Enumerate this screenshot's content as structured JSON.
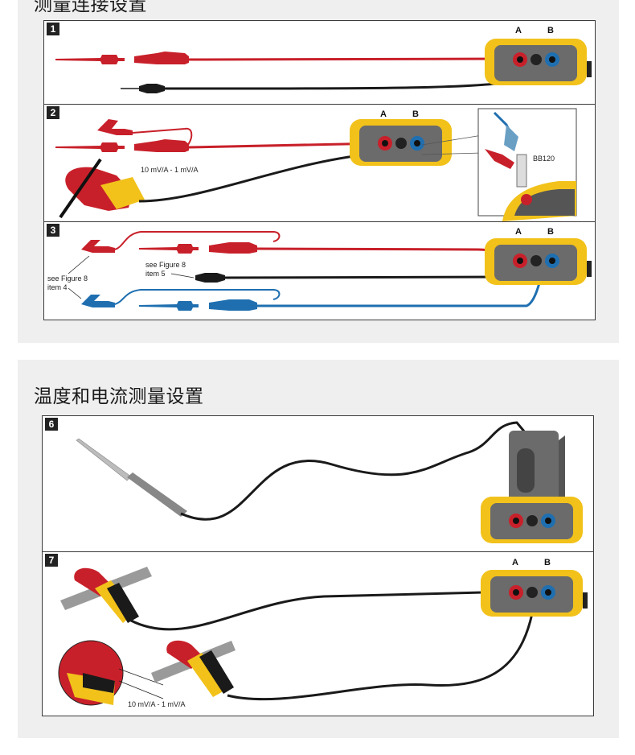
{
  "section1": {
    "title": "测量连接设置",
    "panels": [
      {
        "number": "1",
        "port_a": "A",
        "port_b": "B"
      },
      {
        "number": "2",
        "port_a": "A",
        "port_b": "B",
        "clamp_label": "10 mV/A - 1 mV/A",
        "adapter_label": "BB120"
      },
      {
        "number": "3",
        "port_a": "A",
        "port_b": "B",
        "note_left_1": "see Figure 8",
        "note_left_2": "item 4",
        "note_mid_1": "see Figure 8",
        "note_mid_2": "item 5"
      }
    ]
  },
  "section2": {
    "title": "温度和电流测量设置",
    "panels": [
      {
        "number": "6"
      },
      {
        "number": "7",
        "port_a": "A",
        "port_b": "B",
        "clamp_label": "10 mV/A - 1 mV/A"
      }
    ]
  },
  "colors": {
    "lead_red": "#c8202a",
    "lead_black": "#1a1a1a",
    "lead_blue": "#1f6fb0",
    "meter_yellow": "#f2c21b",
    "meter_gray": "#6b6b6b"
  }
}
